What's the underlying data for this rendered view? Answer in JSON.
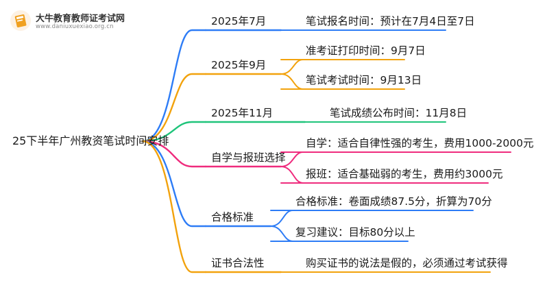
{
  "watermark": {
    "title": "大牛教育教师证考试网",
    "url": "www.daniuxuexiao.org.cn"
  },
  "mindmap": {
    "root": "25下半年广州教资笔试时间安排",
    "branches": [
      {
        "label": "2025年7月",
        "color": "#2d7cf6",
        "children": [
          {
            "label": "笔试报名时间：预计在7月4日至7日",
            "color": "#2d7cf6"
          }
        ]
      },
      {
        "label": "2025年9月",
        "color": "#f2a20c",
        "children": [
          {
            "label": "准考证打印时间：9月7日",
            "color": "#f2a20c"
          },
          {
            "label": "笔试考试时间：9月13日",
            "color": "#f2a20c"
          }
        ]
      },
      {
        "label": "2025年11月",
        "color": "#1ec47a",
        "children": [
          {
            "label": "笔试成绩公布时间：11月8日",
            "color": "#1ec47a"
          }
        ]
      },
      {
        "label": "自学与报班选择",
        "color": "#ef2b7d",
        "children": [
          {
            "label": "自学：适合自律性强的考生，费用1000-2000元",
            "color": "#ef2b7d"
          },
          {
            "label": "报班：适合基础弱的考生，费用约3000元",
            "color": "#ef2b7d"
          }
        ]
      },
      {
        "label": "合格标准",
        "color": "#2d7cf6",
        "children": [
          {
            "label": "合格标准：卷面成绩87.5分，折算为70分",
            "color": "#2d7cf6"
          },
          {
            "label": "复习建议：目标80分以上",
            "color": "#2d7cf6"
          }
        ]
      },
      {
        "label": "证书合法性",
        "color": "#f2a20c",
        "children": [
          {
            "label": "购买证书的说法是假的，必须通过考试获得",
            "color": "#f2a20c"
          }
        ]
      }
    ]
  }
}
